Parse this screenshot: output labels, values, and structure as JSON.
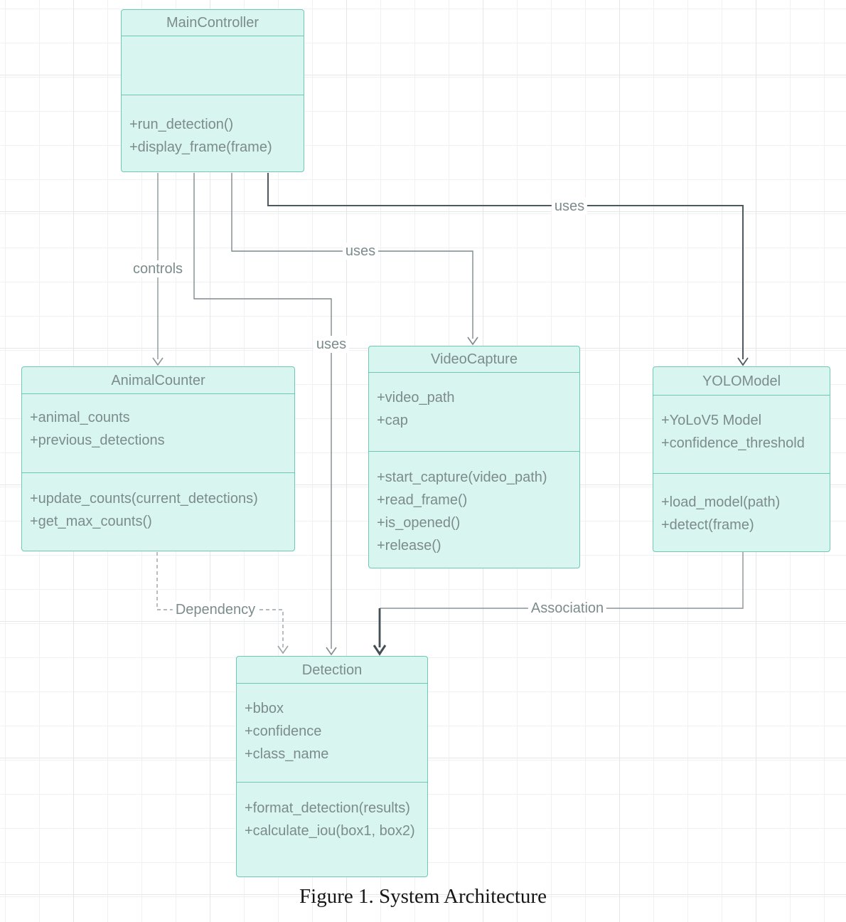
{
  "caption": "Figure 1. System Architecture",
  "colors": {
    "class_fill": "#d9f5ef",
    "class_border": "#6ec8b6",
    "class_text": "#7c8b8c",
    "edge_dark": "#4e585f",
    "edge_gray": "#828b8e",
    "grid_line": "#f0f1f2"
  },
  "diagram": {
    "classes": [
      {
        "name": "MainController",
        "attributes": [],
        "methods": [
          "+run_detection()",
          "+display_frame(frame)"
        ]
      },
      {
        "name": "AnimalCounter",
        "attributes": [
          "+animal_counts",
          "+previous_detections"
        ],
        "methods": [
          "+update_counts(current_detections)",
          "+get_max_counts()"
        ]
      },
      {
        "name": "VideoCapture",
        "attributes": [
          "+video_path",
          "+cap"
        ],
        "methods": [
          "+start_capture(video_path)",
          "+read_frame()",
          "+is_opened()",
          "+release()"
        ]
      },
      {
        "name": "YOLOModel",
        "attributes": [
          "+YoLoV5 Model",
          "+confidence_threshold"
        ],
        "methods": [
          "+load_model(path)",
          "+detect(frame)"
        ]
      },
      {
        "name": "Detection",
        "attributes": [
          "+bbox",
          "+confidence",
          "+class_name"
        ],
        "methods": [
          "+format_detection(results)",
          "+calculate_iou(box1, box2)"
        ]
      }
    ],
    "edges": [
      {
        "label": "controls",
        "from": "MainController",
        "to": "AnimalCounter",
        "style": "solid-open-arrow"
      },
      {
        "label": "uses",
        "from": "MainController",
        "to": "YOLOModel",
        "style": "solid-open-arrow"
      },
      {
        "label": "uses",
        "from": "MainController",
        "to": "VideoCapture",
        "style": "solid-open-arrow"
      },
      {
        "label": "uses",
        "from": "MainController",
        "to": "Detection",
        "style": "solid-open-arrow"
      },
      {
        "label": "Dependency",
        "from": "AnimalCounter",
        "to": "Detection",
        "style": "dashed-open-arrow"
      },
      {
        "label": "Association",
        "from": "YOLOModel",
        "to": "Detection",
        "style": "solid-thick-arrow"
      }
    ]
  }
}
